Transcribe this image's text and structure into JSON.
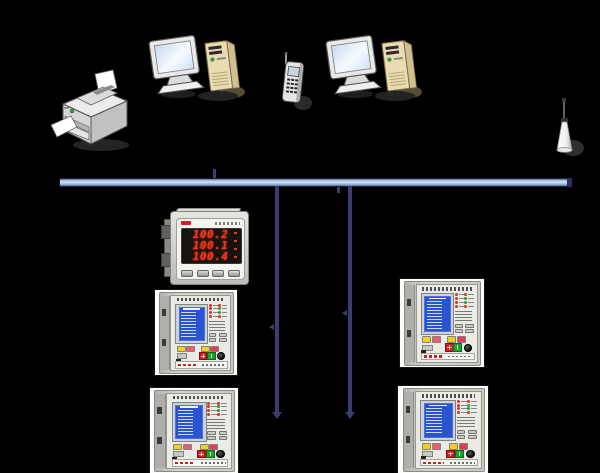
{
  "diagram": {
    "background_color": "#000000",
    "meter": {
      "display": {
        "line1": "100.2",
        "line2": "100.1",
        "line3": "100.4"
      },
      "digit_color": "#ff2d1a"
    },
    "bus": {
      "fill": "#b9d0ea",
      "edge": "#51709a",
      "end_cap": "#2e2e5e"
    },
    "drop_lines": {
      "color": "#3c3c70",
      "count": 2
    },
    "icons": {
      "printer": "printer-icon",
      "workstation_left": "desktop-computer-icon",
      "mobile_phone": "mobile-phone-icon",
      "workstation_right": "desktop-computer-icon",
      "antenna": "antenna-icon",
      "power_meter": "digital-power-meter-icon",
      "protection_relay": "protection-relay-icon"
    },
    "colors": {
      "relay_lcd": "#2a54cf",
      "relay_button_yellow": "#f1cf1c",
      "relay_button_pink": "#ea5d74",
      "relay_button_red": "#ce1d1d",
      "relay_button_green": "#1da32c",
      "tower_beige": "#eadcb0"
    }
  }
}
